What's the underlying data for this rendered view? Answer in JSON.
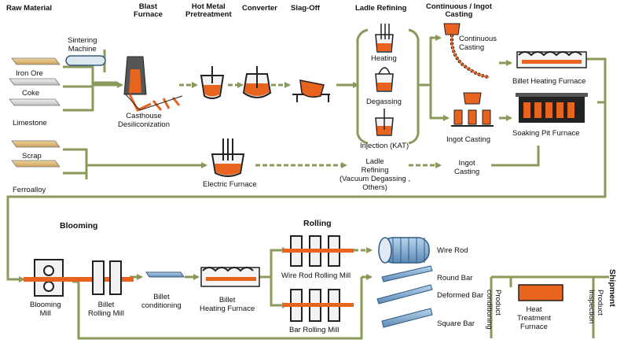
{
  "headers": {
    "raw_material": "Raw Material",
    "blast_furnace": "Blast\nFurnace",
    "hot_metal": "Hot Metal\nPretreatment",
    "converter": "Converter",
    "slag_off": "Slag-Off",
    "ladle_refining": "Ladle Refining",
    "continuous_ingot": "Continuous / Ingot\nCasting",
    "blooming": "Blooming",
    "rolling": "Rolling",
    "shipment": "Shipment"
  },
  "labels": {
    "sintering_machine": "Sintering\nMachine",
    "iron_ore": "Iron Ore",
    "coke": "Coke",
    "limestone": "Limestone",
    "scrap": "Scrap",
    "ferroalloy": "Ferroalloy",
    "casthouse": "Casthouse\nDesiliconization",
    "heating": "Heating",
    "degassing": "Degassing",
    "injection": "Injection (KAT)",
    "continuous_casting": "Continuous\nCasting",
    "ingot_casting_top": "Ingot Casting",
    "billet_heating_furnace_top": "Billet Heating Furnace",
    "soaking_pit": "Soaking Pit Furnace",
    "electric_furnace": "Electric Furnace",
    "ladle_refining_vac": "Ladle\nRefining\n(Vacuum Degassing ,\nOthers)",
    "ingot_casting_mid": "Ingot\nCasting",
    "blooming_mill": "Blooming\nMill",
    "billet_rolling_mill": "Billet\nRolling Mill",
    "billet_conditioning": "Billet\nconditioning",
    "billet_heating_furnace_low": "Billet\nHeating Furnace",
    "wire_rod_rolling_mill": "Wire Rod Rolling Mill",
    "bar_rolling_mill": "Bar Rolling Mill",
    "wire_rod": "Wire Rod",
    "round_bar": "Round Bar",
    "deformed_bar": "Deformed Bar",
    "square_bar": "Square Bar",
    "heat_treatment": "Heat\nTreatment\nFurnace",
    "product_conditioning": "Product\nconditioning",
    "product_inspection": "Product\nInspection"
  },
  "colors": {
    "flow_line": "#8a9a5b",
    "arrow": "#9aaa70",
    "molten": "#e8641e",
    "material_bar": "#d9b36a",
    "machine_dark": "#222222",
    "steel_blue": "#6f9ac4"
  }
}
